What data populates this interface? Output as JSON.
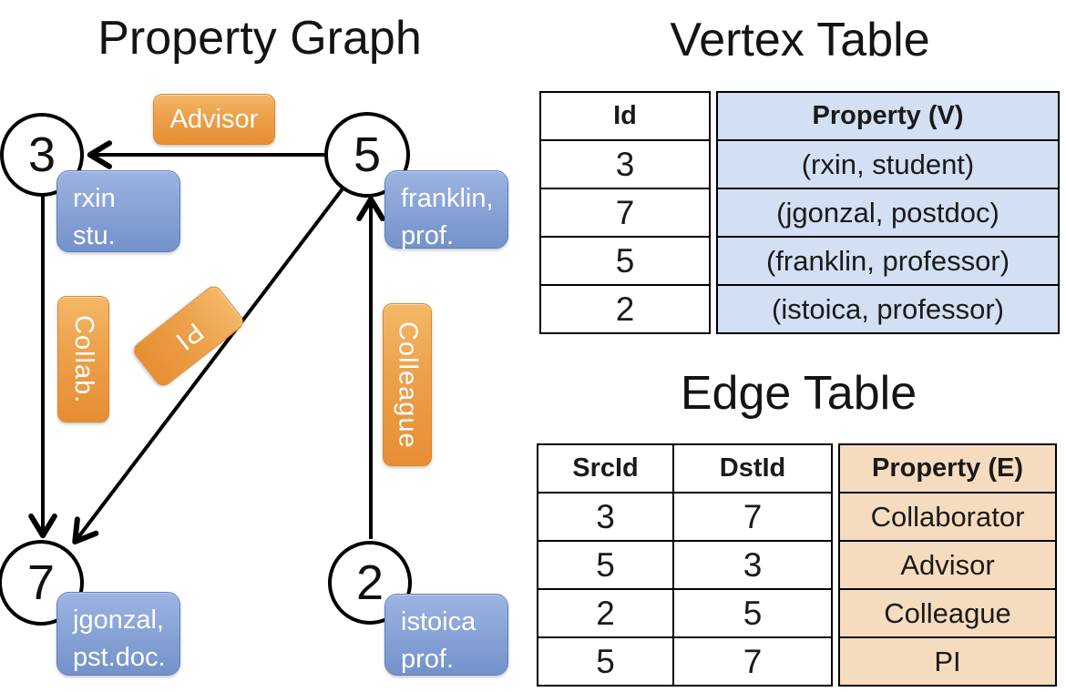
{
  "titles": {
    "graph": "Property Graph",
    "vertex_table": "Vertex Table",
    "edge_table": "Edge Table"
  },
  "graph": {
    "nodes": [
      {
        "id": "3",
        "prop_line1": "rxin",
        "prop_line2": "stu."
      },
      {
        "id": "5",
        "prop_line1": "franklin,",
        "prop_line2": "prof."
      },
      {
        "id": "7",
        "prop_line1": "jgonzal,",
        "prop_line2": "pst.doc."
      },
      {
        "id": "2",
        "prop_line1": "istoica",
        "prop_line2": "prof."
      }
    ],
    "edge_labels": {
      "advisor": "Advisor",
      "collab": "Collab.",
      "pi": "PI",
      "colleague": "Colleague"
    }
  },
  "vertex_table": {
    "headers": {
      "id": "Id",
      "property": "Property (V)"
    },
    "rows": [
      {
        "id": "3",
        "property": "(rxin, student)"
      },
      {
        "id": "7",
        "property": "(jgonzal, postdoc)"
      },
      {
        "id": "5",
        "property": "(franklin, professor)"
      },
      {
        "id": "2",
        "property": "(istoica, professor)"
      }
    ]
  },
  "edge_table": {
    "headers": {
      "src": "SrcId",
      "dst": "DstId",
      "property": "Property (E)"
    },
    "rows": [
      {
        "src": "3",
        "dst": "7",
        "property": "Collaborator"
      },
      {
        "src": "5",
        "dst": "3",
        "property": "Advisor"
      },
      {
        "src": "2",
        "dst": "5",
        "property": "Colleague"
      },
      {
        "src": "5",
        "dst": "7",
        "property": "PI"
      }
    ]
  },
  "colors": {
    "edge_label_orange": "#eda04a",
    "vertex_box_blue": "#89a4d7",
    "vertex_col_fill": "#d3dff2",
    "edge_col_fill": "#f5dcbf",
    "line": "#000000"
  }
}
